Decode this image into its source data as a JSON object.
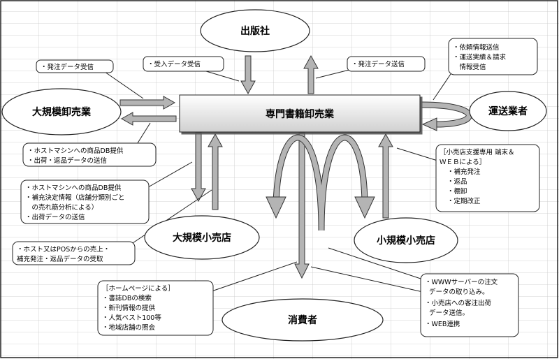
{
  "nodes": {
    "publisher": "出版社",
    "large_wholesaler": "大規模卸売業",
    "specialty_wholesaler": "専門書籍卸売業",
    "carrier": "運送業者",
    "large_retailer": "大規模小売店",
    "small_retailer": "小規模小売店",
    "consumer": "消費者"
  },
  "callouts": {
    "order_recv_left": [
      "・発注データ受信"
    ],
    "receipt_data": [
      "・受入データ受信"
    ],
    "order_send": [
      "・発注データ送信"
    ],
    "carrier_info": [
      "・依頼情報送信",
      "・運送実績＆請求",
      "　情報受信"
    ],
    "host_db_1": [
      "・ホストマシンへの商品DB提供",
      "・出荷・返品データの送信"
    ],
    "host_db_2": [
      "・ホストマシンへの商品DB提供",
      "・補充決定情報（店舗分類別ごと",
      "　の売れ筋分析による）",
      "・出荷データの送信"
    ],
    "pos": [
      "・ホスト又はPOSからの売上・",
      "補充発注・返品データの受取"
    ],
    "small_support": [
      "［小売店支援専用 端末＆",
      "ＷＥＢによる］",
      "・補充発注",
      "・返品",
      "・棚卸",
      "・定期改正"
    ],
    "homepage": [
      "［ホームページによる］",
      "・書誌DBの検索",
      "・新刊情報の提供",
      "・人気ベスト100等",
      "・地域店舗の照会"
    ],
    "www": [
      "・WWWサーバーの注文",
      "データの取り込み。",
      "・小売店への客注出荷",
      "データ送信。",
      "・WEB連携"
    ]
  }
}
